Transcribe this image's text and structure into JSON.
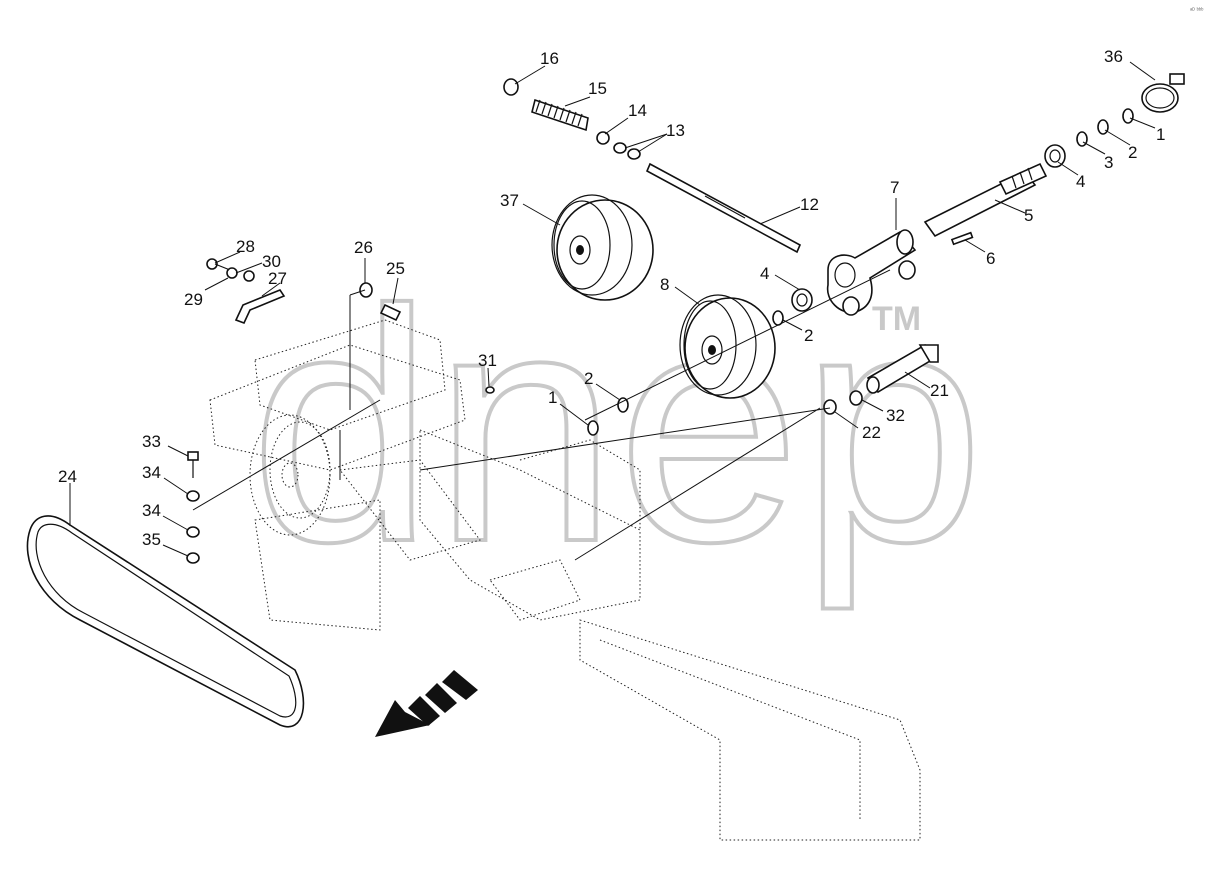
{
  "watermark": {
    "text": "dnep",
    "trademark": "TM"
  },
  "corner_mark": "ᵃᴰ ᵇᵇᵇ",
  "callouts": [
    {
      "id": "c16",
      "text": "16"
    },
    {
      "id": "c15",
      "text": "15"
    },
    {
      "id": "c14",
      "text": "14"
    },
    {
      "id": "c13",
      "text": "13"
    },
    {
      "id": "c12",
      "text": "12"
    },
    {
      "id": "c36",
      "text": "36"
    },
    {
      "id": "c1a",
      "text": "1"
    },
    {
      "id": "c2a",
      "text": "2"
    },
    {
      "id": "c3",
      "text": "3"
    },
    {
      "id": "c4a",
      "text": "4"
    },
    {
      "id": "c5",
      "text": "5"
    },
    {
      "id": "c7",
      "text": "7"
    },
    {
      "id": "c6",
      "text": "6"
    },
    {
      "id": "c37",
      "text": "37"
    },
    {
      "id": "c4b",
      "text": "4"
    },
    {
      "id": "c8",
      "text": "8"
    },
    {
      "id": "c2b",
      "text": "2"
    },
    {
      "id": "c28",
      "text": "28"
    },
    {
      "id": "c30",
      "text": "30"
    },
    {
      "id": "c29",
      "text": "29"
    },
    {
      "id": "c27",
      "text": "27"
    },
    {
      "id": "c26",
      "text": "26"
    },
    {
      "id": "c25",
      "text": "25"
    },
    {
      "id": "c31",
      "text": "31"
    },
    {
      "id": "c2c",
      "text": "2"
    },
    {
      "id": "c1b",
      "text": "1"
    },
    {
      "id": "c21",
      "text": "21"
    },
    {
      "id": "c32",
      "text": "32"
    },
    {
      "id": "c22",
      "text": "22"
    },
    {
      "id": "c33",
      "text": "33"
    },
    {
      "id": "c34a",
      "text": "34"
    },
    {
      "id": "c24",
      "text": "24"
    },
    {
      "id": "c34b",
      "text": "34"
    },
    {
      "id": "c35",
      "text": "35"
    }
  ]
}
